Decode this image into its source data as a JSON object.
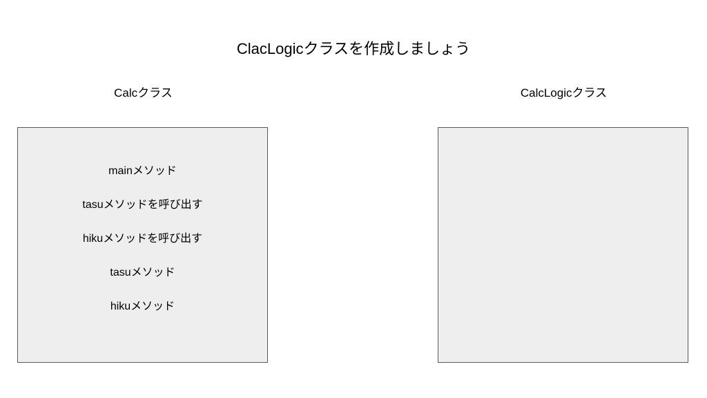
{
  "title": "ClacLogicクラスを作成しましょう",
  "classes": [
    {
      "label": "Calcクラス",
      "methods": [
        "mainメソッド",
        "tasuメソッドを呼び出す",
        "hikuメソッドを呼び出す",
        "tasuメソッド",
        "hikuメソッド"
      ]
    },
    {
      "label": "CalcLogicクラス",
      "methods": []
    }
  ]
}
